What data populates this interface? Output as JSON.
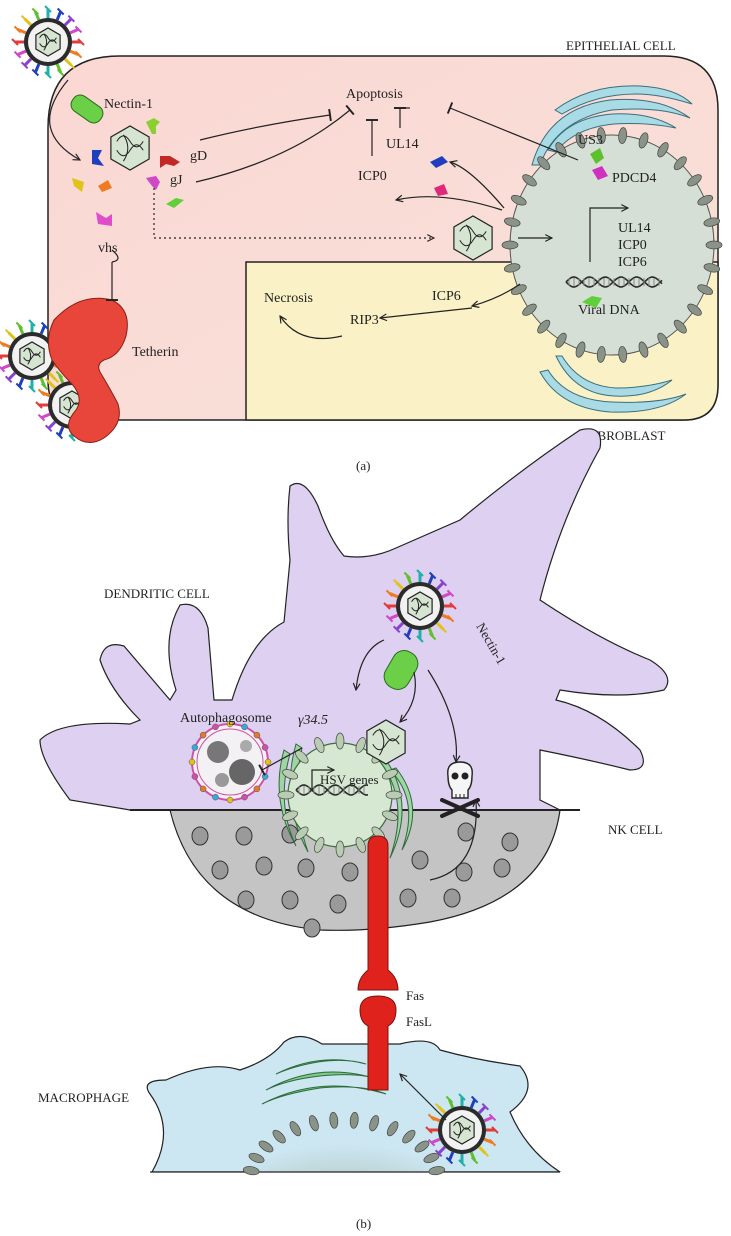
{
  "panel_a": {
    "caption": "(a)",
    "epithelial_cell_label": "EPITHELIAL CELL",
    "fibroblast_label": "FIBROBLAST",
    "nectin_label": "Nectin-1",
    "apoptosis_label": "Apoptosis",
    "ul14_label": "UL14",
    "icp0_label": "ICP0",
    "us3_label": "US3",
    "pdcd4_label": "PDCD4",
    "gd_label": "gD",
    "gj_label": "gJ",
    "vhs_label": "vhs",
    "tetherin_label": "Tetherin",
    "necrosis_label": "Necrosis",
    "icp6_label": "ICP6",
    "rip3_label": "RIP3",
    "genes": [
      "UL14",
      "ICP0",
      "ICP6"
    ],
    "viral_dna_label": "Viral DNA"
  },
  "panel_b": {
    "caption": "(b)",
    "dendritic_cell_label": "DENDRITIC CELL",
    "nectin_label": "Nectin-1",
    "autophagosome_label": "Autophagosome",
    "gamma_label": "γ34.5",
    "hsv_genes_label": "HSV genes",
    "nk_cell_label": "NK CELL",
    "fas_label": "Fas",
    "fasl_label": "FasL",
    "macrophage_label": "MACROPHAGE"
  },
  "colors": {
    "epithelial_fill": "#fcd9d6",
    "fibroblast_fill": "#fbf3c8",
    "nucleus_fill": "#d7e0d8",
    "dendritic_fill": "#ddd0f0",
    "nk_fill": "#c4c4c4",
    "macrophage_fill": "#cce6f2",
    "tetherin_red": "#e8463a",
    "fas_red": "#e0221c",
    "er_blue": "#a9dbe6",
    "er_green": "#7cc98a",
    "nectin_green": "#6ccf48"
  }
}
